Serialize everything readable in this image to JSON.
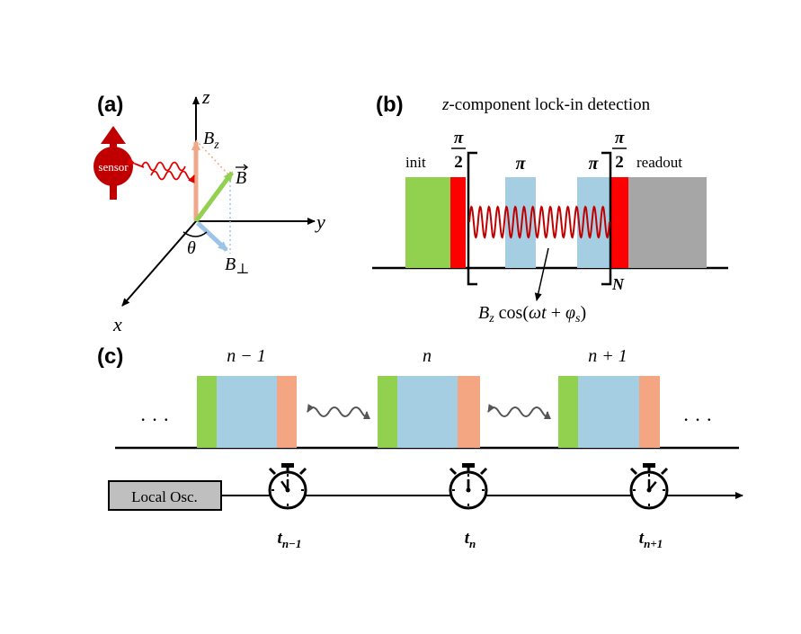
{
  "panel_a": {
    "label": "(a)",
    "sensor_label": "sensor",
    "axis_z": "z",
    "axis_y": "y",
    "axis_x": "x",
    "bz_label": "B",
    "bz_sub": "z",
    "b_vec_label": "B",
    "b_perp_label": "B",
    "b_perp_sub": "⊥",
    "theta_label": "θ",
    "colors": {
      "sensor": "#c00000",
      "bz": "#f0a88a",
      "b_vector": "#92d050",
      "b_perp": "#9dc3e6"
    }
  },
  "panel_b": {
    "label": "(b)",
    "title_italic": "z",
    "title_rest": "-component lock-in detection",
    "init_label": "init",
    "readout_label": "readout",
    "pi_over_2_num": "π",
    "pi_over_2_den": "2",
    "pi_label": "π",
    "repeat_label": "N",
    "signal_b": "B",
    "signal_sub_z": "z",
    "signal_cos": " cos(",
    "signal_omega_t": "ωt",
    "signal_plus": " + ",
    "signal_phi": "φ",
    "signal_sub_s": "s",
    "signal_close": ")",
    "colors": {
      "init": "#92d050",
      "pulse_half": "#ff0000",
      "pulse_pi": "#a6cee3",
      "readout": "#a6a6a6",
      "signal": "#c00000"
    }
  },
  "panel_c": {
    "label": "(c)",
    "block_labels": [
      "n − 1",
      "n",
      "n + 1"
    ],
    "ellipsis": "· · ·",
    "oscillator_label": "Local Osc.",
    "time_labels": [
      {
        "base": "t",
        "sub": "n−1"
      },
      {
        "base": "t",
        "sub": "n"
      },
      {
        "base": "t",
        "sub": "n+1"
      }
    ],
    "colors": {
      "green": "#92d050",
      "blue": "#a6cee3",
      "orange": "#f4a582",
      "oscillator_box": "#bfbfbf"
    }
  }
}
